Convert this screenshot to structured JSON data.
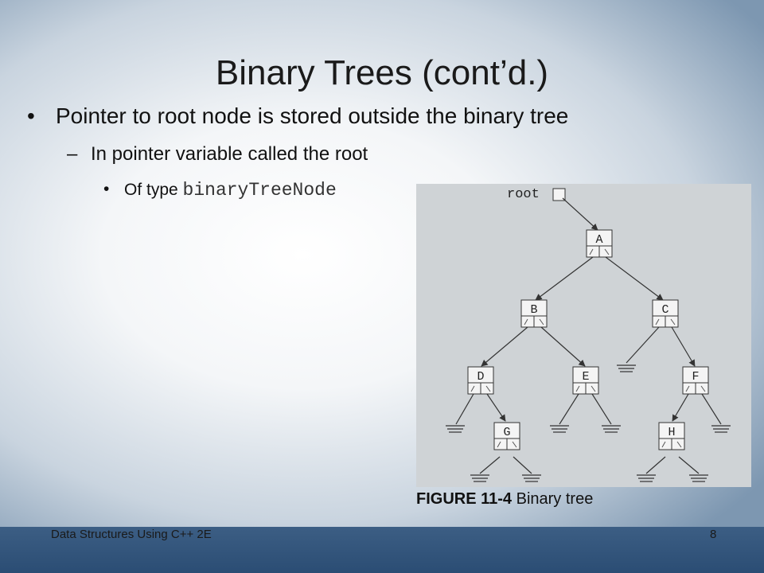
{
  "slide": {
    "title": "Binary Trees (cont’d.)",
    "bullets": {
      "level1_marker": "•",
      "level1": "Pointer to root node is stored outside the binary tree",
      "level2_marker": "–",
      "level2": "In pointer variable called the root",
      "level3_marker": "•",
      "level3_prefix": "Of type ",
      "level3_code": "binaryTreeNode"
    }
  },
  "figure": {
    "root_label": "root",
    "nodes": {
      "A": "A",
      "B": "B",
      "C": "C",
      "D": "D",
      "E": "E",
      "F": "F",
      "G": "G",
      "H": "H"
    },
    "caption_bold": "FIGURE 11-4",
    "caption_text": " Binary tree"
  },
  "footer": {
    "book_title": "Data Structures Using C++ 2E",
    "page_number": "8"
  },
  "colors": {
    "footer_band": "#2b4d74",
    "figure_background": "#cfd3d6"
  }
}
